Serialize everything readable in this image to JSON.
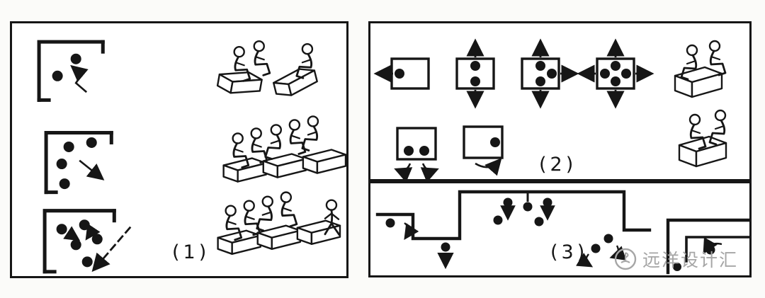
{
  "figure": {
    "panels": [
      {
        "id": "panel-1",
        "label": "(1)"
      },
      {
        "id": "panel-2",
        "label": "(2)"
      },
      {
        "id": "panel-3",
        "label": "(3)"
      }
    ],
    "watermark": {
      "text": "远洋设计汇",
      "logo": "circle-sail-icon"
    }
  },
  "colors": {
    "ink": "#161616",
    "paper": "#ffffff",
    "watermark": "#a6a6a6"
  }
}
